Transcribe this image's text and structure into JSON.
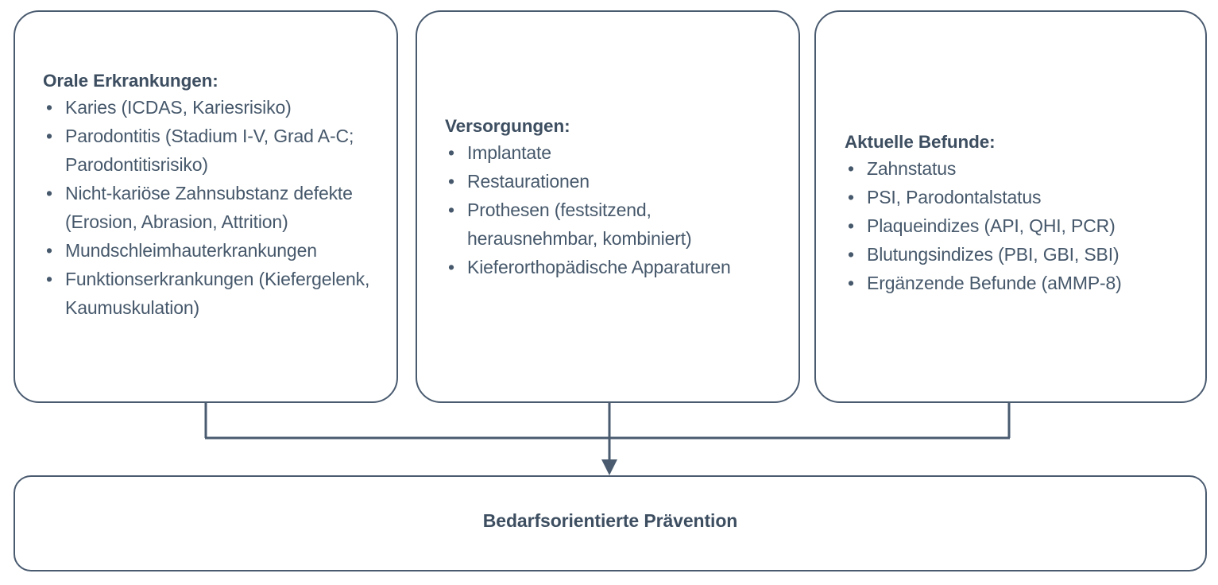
{
  "diagram": {
    "type": "flowchart",
    "orientation": "three-inputs-converge-to-one-output",
    "stroke_color": "#4a5b70",
    "text_color": "#3f5063",
    "background_color": "#ffffff",
    "bullet_glyph": "•"
  },
  "cards": [
    {
      "id": "oral-diseases",
      "title": "Orale Erkrankungen:",
      "items": [
        "Karies (ICDAS, Kariesrisiko)",
        "Parodontitis (Stadium I-V, Grad A-C; Parodontitisrisiko)",
        "Nicht-kariöse Zahnsubstanz defekte (Erosion, Abrasion, Attrition)",
        "Mundschleimhauterkrankungen",
        "Funktionserkrankungen (Kiefergelenk, Kaumuskulation)"
      ]
    },
    {
      "id": "restorations",
      "title": "Versorgungen:",
      "items": [
        "Implantate",
        "Restaurationen",
        "Prothesen (festsitzend, herausnehmbar, kombiniert)",
        "Kieferorthopädische Apparaturen"
      ]
    },
    {
      "id": "current-findings",
      "title": "Aktuelle Befunde:",
      "items": [
        "Zahnstatus",
        "PSI, Parodontalstatus",
        "Plaqueindizes (API, QHI, PCR)",
        "Blutungsindizes (PBI, GBI, SBI)",
        "Ergänzende Befunde (aMMP-8)"
      ]
    }
  ],
  "result": {
    "label": "Bedarfsorientierte Prävention"
  }
}
